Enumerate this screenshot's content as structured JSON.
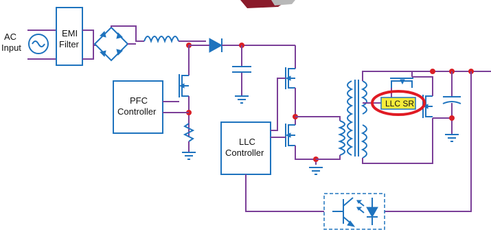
{
  "labels": {
    "ac_input_line1": "AC",
    "ac_input_line2": "Input",
    "emi_line1": "EMI",
    "emi_line2": "Filter",
    "pfc_line1": "PFC",
    "pfc_line2": "Controller",
    "llc_line1": "LLC",
    "llc_line2": "Controller",
    "llc_sr": "LLC SR"
  },
  "colors": {
    "wire": "#7b3f98",
    "component": "#1e73be",
    "junction": "#d91f26",
    "highlight_fill": "#f5ec3a",
    "highlight_ring": "#e01b24"
  }
}
